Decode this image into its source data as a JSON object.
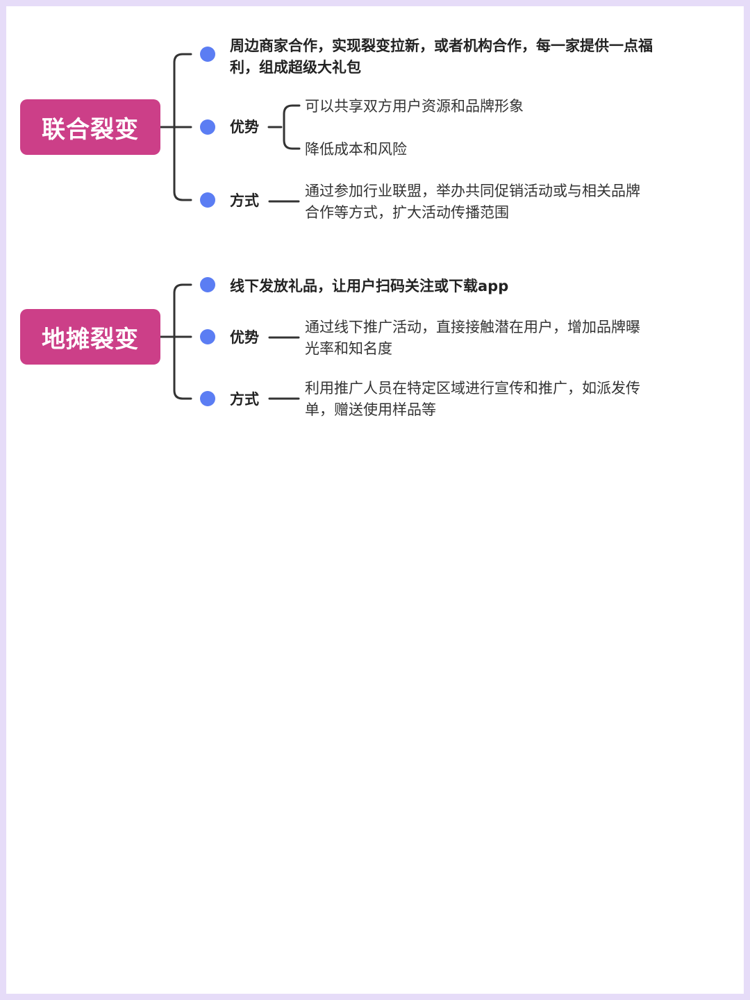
{
  "branches": [
    {
      "title": "联合裂变",
      "description": "周边商家合作，实现裂变拉新，或者机构合作，每一家提供一点福利，组成超级大礼包",
      "advantage_label": "优势",
      "advantages": [
        "可以共享双方用户资源和品牌形象",
        "降低成本和风险"
      ],
      "method_label": "方式",
      "method": "通过参加行业联盟，举办共同促销活动或与相关品牌合作等方式，扩大活动传播范围"
    },
    {
      "title": "地摊裂变",
      "description": "线下发放礼品，让用户扫码关注或下载app",
      "advantage_label": "优势",
      "advantage": "通过线下推广活动，直接接触潜在用户，增加品牌曝光率和知名度",
      "method_label": "方式",
      "method": "利用推广人员在特定区域进行宣传和推广，如派发传单，赠送使用样品等"
    }
  ],
  "colors": {
    "root_fill": "#cc3f88",
    "dot": "#5b7df3",
    "line": "#333333",
    "frame": "#e6dcf8"
  }
}
